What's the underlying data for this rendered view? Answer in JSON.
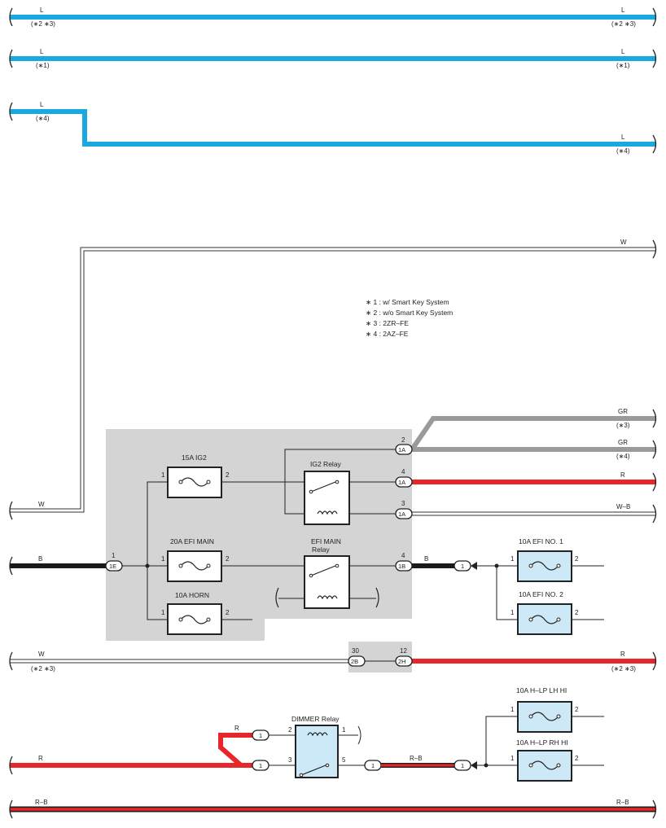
{
  "colors": {
    "L": "#1ba7e0",
    "R": "#e8262a",
    "B": "#1a1a1a",
    "GR": "#9a9a9a",
    "W": "#ffffff",
    "box_bg": "#d4d4d4",
    "part_fill": "#cde9f7"
  },
  "wires": {
    "top1": {
      "left": "L",
      "left_note": "(∗2 ∗3)",
      "right": "L",
      "right_note": "(∗2 ∗3)"
    },
    "top2": {
      "left": "L",
      "left_note": "(∗1)",
      "right": "L",
      "right_note": "(∗1)"
    },
    "top3": {
      "left": "L",
      "left_note": "(∗4)",
      "right": "L",
      "right_note": "(∗4)"
    },
    "w_top": "W",
    "w_left": "W",
    "b_left": "B",
    "gr3": {
      "label": "GR",
      "note": "(∗3)"
    },
    "gr4": {
      "label": "GR",
      "note": "(∗4)"
    },
    "r_ig2": "R",
    "wb": "W–B",
    "b_out": "B",
    "row2b": {
      "left": "W",
      "left_note": "(∗2 ∗3)",
      "right": "R",
      "right_note": "(∗2 ∗3)"
    },
    "dim_r_upper": "R",
    "dim_r_left": "R",
    "dim_rb": "R–B",
    "bottom_rb": {
      "left": "R–B",
      "right": "R–B"
    }
  },
  "notes": [
    "∗ 1 : w/ Smart Key System",
    "∗ 2 : w/o Smart Key System",
    "∗ 3 : 2ZR–FE",
    "∗ 4 : 2AZ–FE"
  ],
  "fuses": {
    "ig2": {
      "title": "15A IG2",
      "pin_l": "1",
      "pin_r": "2"
    },
    "efi_main": {
      "title": "20A EFI MAIN",
      "pin_l": "1",
      "pin_r": "2"
    },
    "horn": {
      "title": "10A HORN",
      "pin_l": "1",
      "pin_r": "2"
    },
    "efi1": {
      "title": "10A EFI NO. 1",
      "pin_l": "1",
      "pin_r": "2"
    },
    "efi2": {
      "title": "10A EFI NO. 2",
      "pin_l": "1",
      "pin_r": "2"
    },
    "hlp_lh": {
      "title": "10A H–LP LH HI",
      "pin_l": "1",
      "pin_r": "2"
    },
    "hlp_rh": {
      "title": "10A H–LP RH HI",
      "pin_l": "1",
      "pin_r": "2"
    }
  },
  "relays": {
    "ig2": {
      "title": "IG2 Relay"
    },
    "efi_main": {
      "title": "EFI MAIN",
      "title2": "Relay"
    },
    "dimmer": {
      "title": "DIMMER Relay",
      "pin_2": "2",
      "pin_1": "1",
      "pin_3": "3",
      "pin_5": "5"
    }
  },
  "connectors": {
    "c1E": {
      "id": "1E",
      "pin": "1"
    },
    "c1A_2": {
      "id": "1A",
      "pin": "2"
    },
    "c1A_4": {
      "id": "1A",
      "pin": "4"
    },
    "c1A_3": {
      "id": "1A",
      "pin": "3"
    },
    "c1B": {
      "id": "1B",
      "pin": "4"
    },
    "c2B": {
      "id": "2B",
      "pin": "30"
    },
    "c2H": {
      "id": "2H",
      "pin": "12"
    },
    "j_efi": "1",
    "j_dim_upper": "1",
    "j_dim_lower": "1",
    "j_dim_out": "1",
    "j_hlp": "1"
  }
}
